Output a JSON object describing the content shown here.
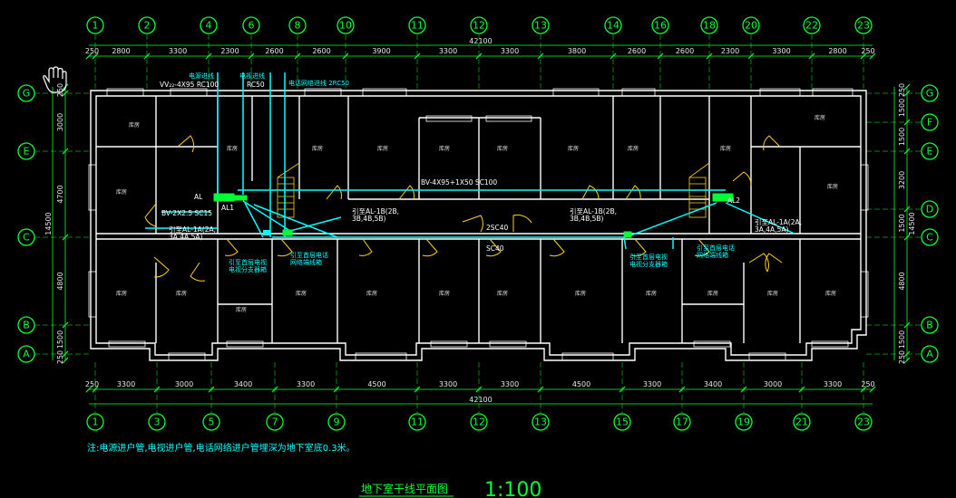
{
  "top_axes": [
    "1",
    "2",
    "4",
    "6",
    "8",
    "10",
    "11",
    "12",
    "13",
    "14",
    "16",
    "18",
    "20",
    "22",
    "23"
  ],
  "top_dims": [
    "250",
    "2800",
    "3300",
    "2300",
    "2600",
    "2600",
    "3900",
    "3300",
    "3300",
    "3800",
    "2600",
    "2600",
    "2300",
    "3300",
    "2800",
    "250"
  ],
  "top_total": "42100",
  "bottom_axes": [
    "1",
    "3",
    "5",
    "7",
    "9",
    "11",
    "12",
    "13",
    "15",
    "17",
    "19",
    "21",
    "23"
  ],
  "bottom_dims": [
    "250",
    "3300",
    "3000",
    "3400",
    "3300",
    "4500",
    "3300",
    "3300",
    "4500",
    "3300",
    "3400",
    "3000",
    "3300",
    "250"
  ],
  "bottom_total": "42100",
  "left_axes": [
    "G",
    "E",
    "C",
    "B",
    "A"
  ],
  "left_dims": [
    "250",
    "3000",
    "4700",
    "4800",
    "1500",
    "250"
  ],
  "left_total": "14500",
  "right_axes": [
    "G",
    "F",
    "E",
    "D",
    "C",
    "B",
    "A"
  ],
  "right_dims": [
    "250",
    "1500",
    "1500",
    "3200",
    "1500",
    "4800",
    "1500",
    "250"
  ],
  "right_total": "14500",
  "room_label": "库房",
  "labels": {
    "power_in": "电源进线",
    "tv_in": "电视进线",
    "phone_in": "电话网络进线 2RC50",
    "cable_main": "VV₂₂-4X95 RC100",
    "rc50": "RC50",
    "bus": "BV-4X95+1X50  SC100",
    "bv25": "BV-2X2.5 SC15",
    "al": "AL",
    "al1": "AL1",
    "al2": "AL2",
    "to_al1a": "引至AL-1A(2A,",
    "to_al1a_2": "3A,4A,5A)",
    "to_al1b": "引至AL-1B(2B,",
    "to_al1b_2": "3B,4B,5B)",
    "to_al1b_l": "引至AL-1B(2B,",
    "to_al1b_l2": "3B,4B,5B)",
    "to_al1a_r": "引至AL-1A(2A,",
    "to_al1a_r2": "3A,4A,5A)",
    "sc40a": "2SC40",
    "sc40b": "SC40",
    "tv_box_l1": "引至首层电视",
    "tv_box_l2": "电视分支器箱",
    "net_box_l1": "引至首层电话",
    "net_box_l2": "网络端线箱",
    "tv_box_r1": "引至首层电视",
    "tv_box_r2": "电视分支器箱",
    "net_box_r1": "引至首层电话",
    "net_box_r2": "网络端线箱"
  },
  "note": "注:电源进户管,电视进户管,电话网络进户管埋深为地下室底0.3米。",
  "title": "地下室干线平面图",
  "scale": "1:100"
}
